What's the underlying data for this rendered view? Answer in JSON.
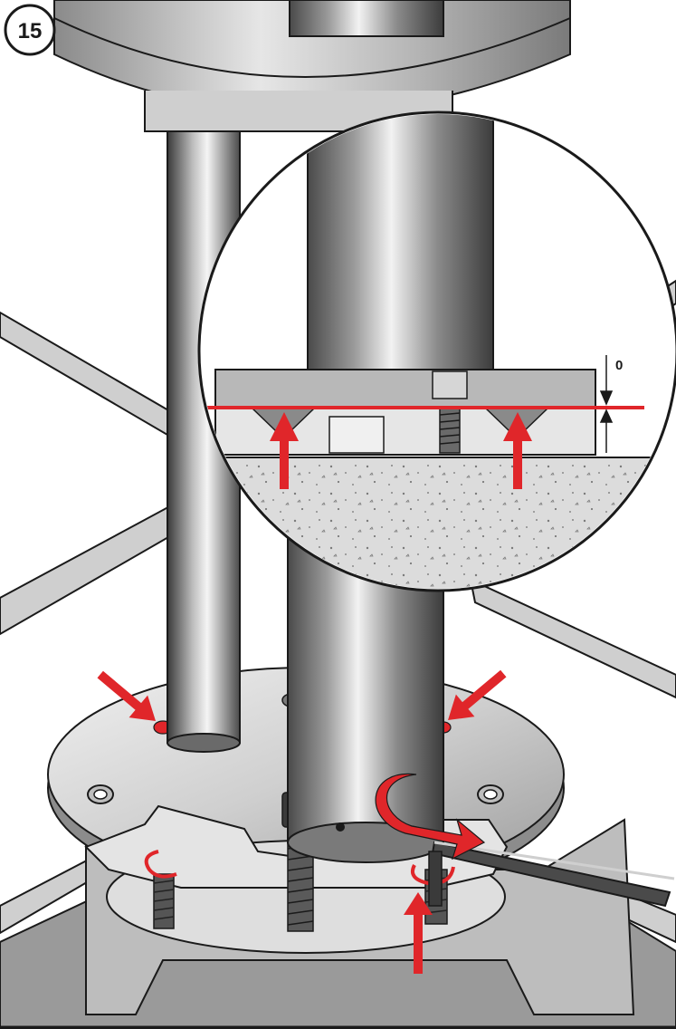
{
  "step": {
    "number": "15"
  },
  "detail": {
    "gap_value": "0"
  },
  "colors": {
    "accent_red": "#e0262a",
    "metal_dark": "#6f6f6f",
    "metal_mid": "#a9a9a9",
    "metal_light": "#e8e8e8",
    "concrete": "#d8d8d8",
    "outline": "#1a1a1a"
  },
  "icons": {
    "step_badge": "circle-number",
    "rotate_arrow": "curved-arrow-icon",
    "pointer_arrow": "arrow-icon",
    "hex_key": "allen-key-icon"
  }
}
